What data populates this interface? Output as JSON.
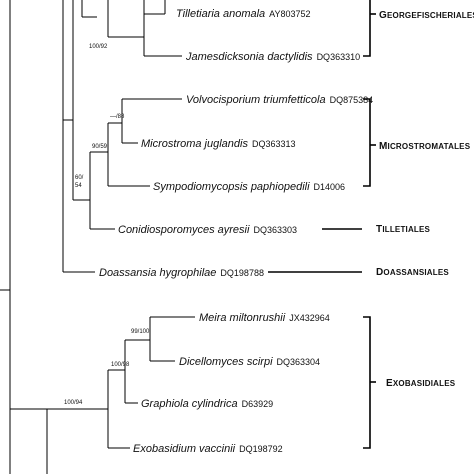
{
  "taxa": [
    {
      "name": "Tilletiaria anomala",
      "acc": "AY803752"
    },
    {
      "name": "Jamesdicksonia dactylidis",
      "acc": "DQ363310"
    },
    {
      "name": "Volvocisporium triumfetticola",
      "acc": "DQ875384"
    },
    {
      "name": "Microstroma juglandis",
      "acc": "DQ363313"
    },
    {
      "name": "Sympodiomycopsis paphiopedili",
      "acc": "D14006"
    },
    {
      "name": "Conidiosporomyces ayresii",
      "acc": "DQ363303"
    },
    {
      "name": "Doassansia hygrophilae",
      "acc": "DQ198788"
    },
    {
      "name": "Meira miltonrushii",
      "acc": "JX432964"
    },
    {
      "name": "Dicellomyces scirpi",
      "acc": "DQ363304"
    },
    {
      "name": "Graphiola cylindrica",
      "acc": "D63929"
    },
    {
      "name": "Exobasidium vaccinii",
      "acc": "DQ198792"
    }
  ],
  "supports": [
    "100/92",
    "—/88",
    "90/59",
    "60/",
    "54",
    "99/100",
    "100/98",
    "100/94"
  ],
  "groups": [
    {
      "first": "G",
      "rest": "EORGEFISCHERIALES"
    },
    {
      "first": "M",
      "rest": "ICROSTROMATALES"
    },
    {
      "first": "T",
      "rest": "ILLETIALES"
    },
    {
      "first": "D",
      "rest": "OASSANSIALES"
    },
    {
      "first": "E",
      "rest": "XOBASIDIALES"
    }
  ]
}
